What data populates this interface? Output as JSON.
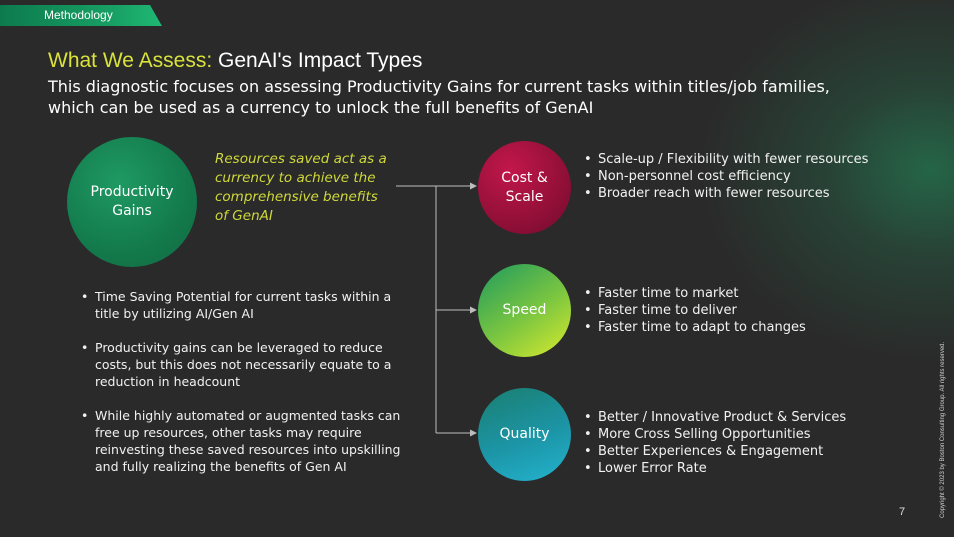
{
  "section_tab": "Methodology",
  "title": {
    "accent": "What We Assess:",
    "rest": "GenAI's Impact Types"
  },
  "subtitle": "This diagnostic focuses on assessing Productivity Gains for current tasks within titles/job families, which can be used as a currency to unlock the full benefits of GenAI",
  "productivity": {
    "line1": "Productivity",
    "line2": "Gains"
  },
  "callout": "Resources saved act as a currency to achieve the comprehensive benefits of GenAI",
  "left_bullets": [
    "Time Saving Potential for current tasks within a title by utilizing AI/Gen AI",
    "Productivity gains can be leveraged to reduce costs, but this does not necessarily equate to a reduction in headcount",
    "While highly automated or augmented tasks can free up resources, other tasks may require reinvesting these saved resources into upskilling and fully realizing the benefits of Gen AI"
  ],
  "impacts": {
    "cost": {
      "line1": "Cost &",
      "line2": "Scale",
      "color": "#9b1040",
      "bullets": [
        "Scale-up / Flexibility with fewer resources",
        "Non-personnel cost efficiency",
        "Broader reach with fewer resources"
      ]
    },
    "speed": {
      "label": "Speed",
      "color": "#8cc63f",
      "bullets": [
        "Faster time to market",
        "Faster time to deliver",
        "Faster time to adapt to changes"
      ]
    },
    "quality": {
      "label": "Quality",
      "color": "#1f9ab8",
      "bullets": [
        "Better / Innovative Product & Services",
        "More Cross Selling Opportunities",
        "Better Experiences & Engagement",
        "Lower Error Rate"
      ]
    }
  },
  "page_number": "7",
  "copyright": "Copyright © 2023 by Boston Consulting Group. All rights reserved.",
  "colors": {
    "background": "#2a2a2a",
    "accent_yellow": "#d9e33a",
    "brand_green": "#18a064"
  }
}
